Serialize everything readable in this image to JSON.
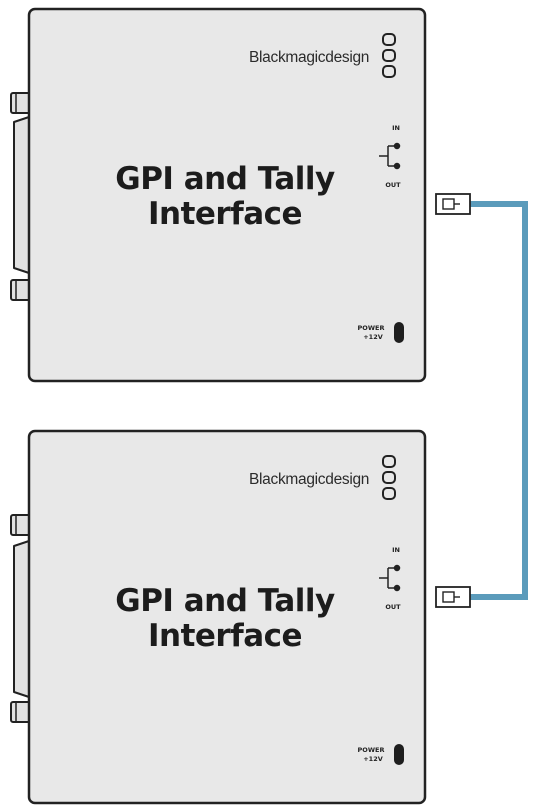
{
  "devices": [
    {
      "brand": "Blackmagicdesign",
      "title_line1": "GPI and Tally",
      "title_line2": "Interface",
      "label_in": "IN",
      "label_out": "OUT",
      "power_line1": "POWER",
      "power_line2": "+12V"
    },
    {
      "brand": "Blackmagicdesign",
      "title_line1": "GPI and Tally",
      "title_line2": "Interface",
      "label_in": "IN",
      "label_out": "OUT",
      "power_line1": "POWER",
      "power_line2": "+12V"
    }
  ],
  "colors": {
    "body": "#e8e8e8",
    "outline": "#222222",
    "cable": "#5b9bbb"
  }
}
